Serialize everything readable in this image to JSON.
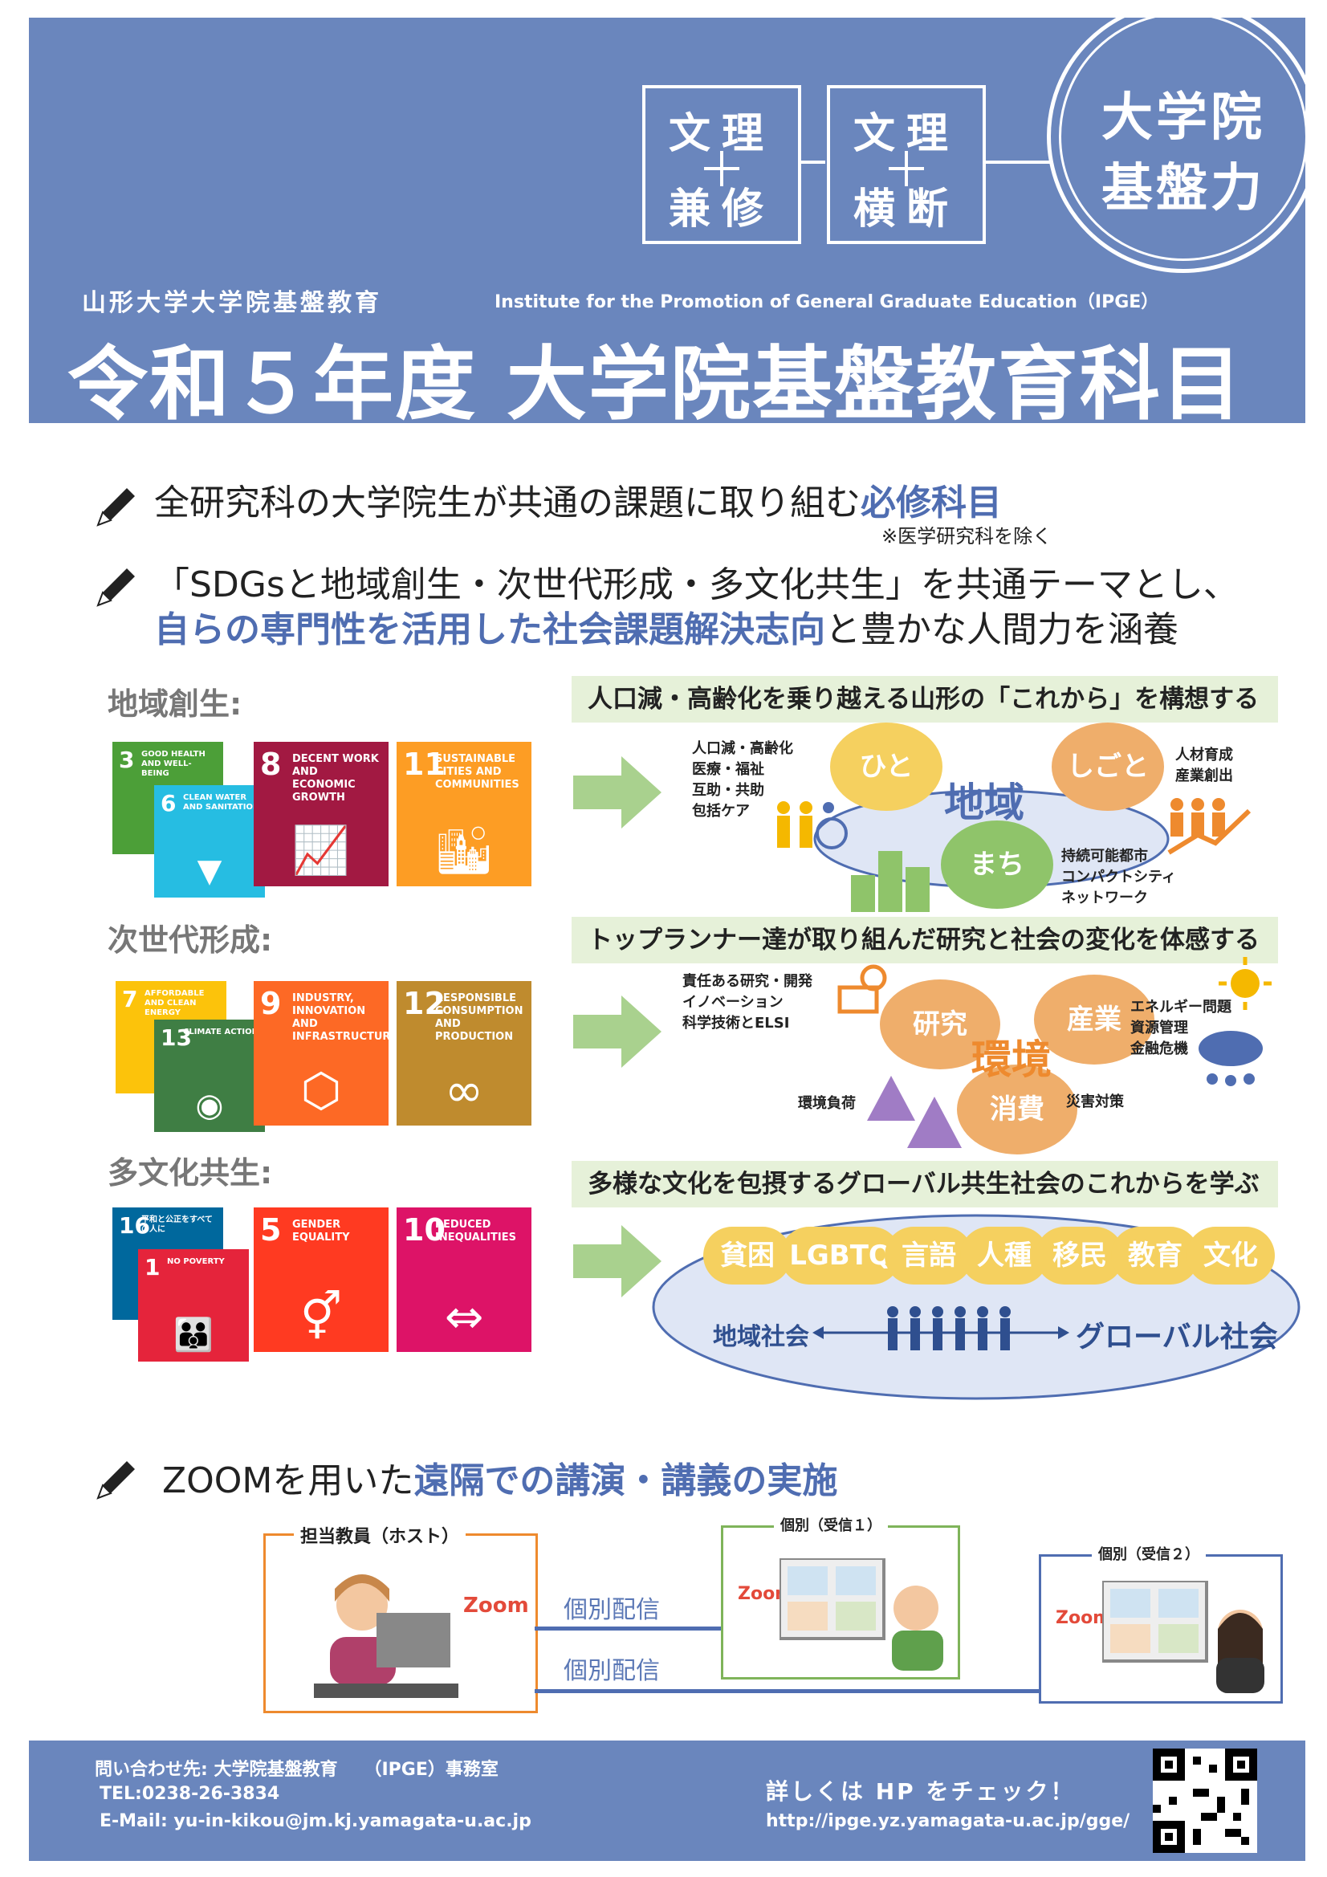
{
  "header": {
    "box1_top": "文理",
    "box1_bottom": "兼修",
    "box2_top": "文理",
    "box2_bottom": "横断",
    "circle_line1": "大学院",
    "circle_line2": "基盤力",
    "org_jp": "山形大学大学院基盤教育",
    "org_en": "Institute for the Promotion of General Graduate Education（IPGE）",
    "title": "令和５年度 大学院基盤教育科目"
  },
  "bullets": {
    "b1_text": "全研究科の大学院生が共通の課題に取り組む",
    "b1_emph": "必修科目",
    "b1_note": "※医学研究科を除く",
    "b2_line1": "「SDGsと地域創生・次世代形成・多文化共生」を共通テーマとし、",
    "b2_emph": "自らの専門性を活用した社会課題解決志向",
    "b2_rest": "と豊かな人間力を涵養",
    "b3_text": "ZOOMを用いた",
    "b3_emph": "遠隔での講演・講義の実施"
  },
  "sections": {
    "s1": {
      "label": "地域創生:",
      "banner": "人口減・高齢化を乗り越える山形の「これから」を構想する",
      "left_text": [
        "人口減・高齢化",
        "医療・福祉",
        "互助・共助",
        "包括ケア"
      ],
      "right_text": [
        "人材育成",
        "産業創出"
      ],
      "bottom_text": [
        "持続可能都市",
        "コンパクトシティ",
        "ネットワーク"
      ],
      "bubble_hito": "ひと",
      "bubble_shigoto": "しごと",
      "bubble_machi": "まち",
      "center": "地域"
    },
    "s2": {
      "label": "次世代形成:",
      "banner": "トップランナー達が取り組んだ研究と社会の変化を体感する",
      "left_text": [
        "責任ある研究・開発",
        "イノベーション",
        "科学技術とELSI"
      ],
      "right_text": [
        "エネルギー問題",
        "資源管理",
        "金融危機"
      ],
      "bubble_kenkyu": "研究",
      "bubble_sangyo": "産業",
      "bubble_shohi": "消費",
      "center": "環境",
      "hazard_label": "環境負荷",
      "disaster_label": "災害対策"
    },
    "s3": {
      "label": "多文化共生:",
      "banner": "多様な文化を包摂するグローバル共生社会のこれからを学ぶ",
      "pills": [
        "貧困",
        "LGBTQ",
        "言語",
        "人種",
        "移民",
        "教育",
        "文化"
      ],
      "local": "地域社会",
      "global": "グローバル社会"
    }
  },
  "sdgs": [
    {
      "num": "3",
      "label": "GOOD HEALTH AND WELL-BEING",
      "icon": "♡",
      "color": "#4c9f38"
    },
    {
      "num": "6",
      "label": "CLEAN WATER AND SANITATION",
      "icon": "▼",
      "color": "#26bde2"
    },
    {
      "num": "8",
      "label": "DECENT WORK AND ECONOMIC GROWTH",
      "icon": "📈",
      "color": "#a21942"
    },
    {
      "num": "11",
      "label": "SUSTAINABLE CITIES AND COMMUNITIES",
      "icon": "🏙",
      "color": "#fd9d24"
    },
    {
      "num": "7",
      "label": "AFFORDABLE AND CLEAN ENERGY",
      "icon": "☀",
      "color": "#fcc30b"
    },
    {
      "num": "13",
      "label": "CLIMATE ACTION",
      "icon": "◉",
      "color": "#3f7e44"
    },
    {
      "num": "9",
      "label": "INDUSTRY, INNOVATION AND INFRASTRUCTURE",
      "icon": "⬡",
      "color": "#fd6925"
    },
    {
      "num": "12",
      "label": "RESPONSIBLE CONSUMPTION AND PRODUCTION",
      "icon": "∞",
      "color": "#bf8b2e"
    },
    {
      "num": "16",
      "label": "平和と公正をすべての人に",
      "icon": "",
      "color": "#00689d"
    },
    {
      "num": "1",
      "label": "NO POVERTY",
      "icon": "👪",
      "color": "#e5243b"
    },
    {
      "num": "5",
      "label": "GENDER EQUALITY",
      "icon": "⚥",
      "color": "#ff3a21"
    },
    {
      "num": "10",
      "label": "REDUCED INEQUALITIES",
      "icon": "⇔",
      "color": "#dd1367"
    }
  ],
  "zoom": {
    "host_label": "担当教員（ホスト）",
    "recv1_label": "個別（受信１）",
    "recv2_label": "個別（受信２）",
    "zoom_word": "Zoom",
    "delivery": "個別配信"
  },
  "footer": {
    "contact": "問い合わせ先: 大学院基盤教育　　（IPGE）事務室",
    "tel": "TEL:0238-26-3834",
    "email": "E-Mail: yu-in-kikou@jm.kj.yamagata-u.ac.jp",
    "check": "詳しくは HP をチェック！",
    "url": "http://ipge.yz.yamagata-u.ac.jp/gge/"
  },
  "colors": {
    "header_bg": "#6a86bd",
    "accent_blue": "#4f6db1",
    "banner_green": "#e6f1d9",
    "bubble_orange": "#efae6b",
    "pill_yellow": "#f5d05f",
    "arrow_green": "#a9d18e"
  }
}
